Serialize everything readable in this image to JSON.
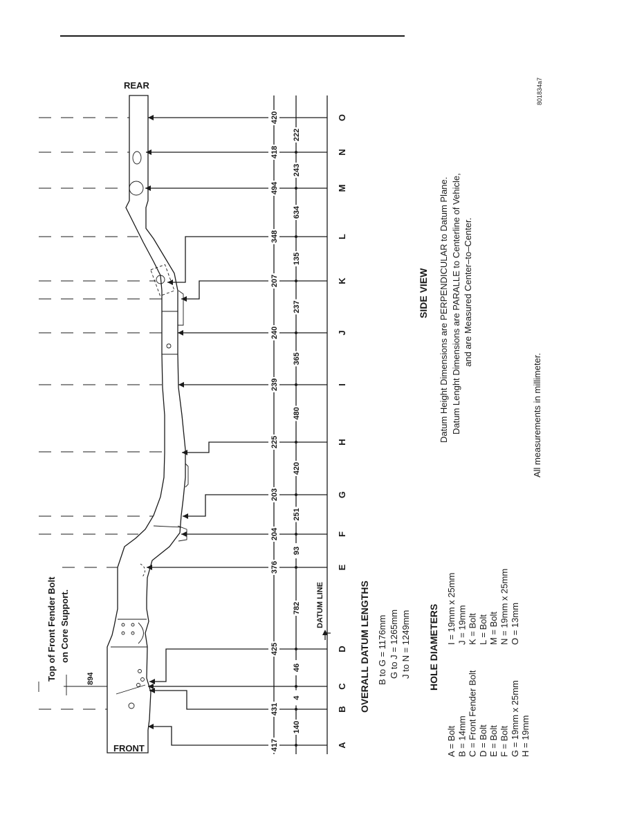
{
  "header_rule": "",
  "side_label": "801834a7",
  "frame_labels": {
    "rear": "REAR",
    "front": "FRONT"
  },
  "points": [
    "A",
    "B",
    "C",
    "D",
    "E",
    "F",
    "G",
    "H",
    "I",
    "J",
    "K",
    "L",
    "M",
    "N",
    "O"
  ],
  "heights": [
    "417",
    "431",
    "",
    "425",
    "376",
    "204",
    "203",
    "225",
    "239",
    "240",
    "207",
    "348",
    "494",
    "418",
    "420"
  ],
  "spacings": [
    "140",
    "4",
    "46",
    "782",
    "93",
    "251",
    "420",
    "480",
    "365",
    "237",
    "135",
    "634",
    "243",
    "222"
  ],
  "datum_line_label": "DATUM LINE",
  "fender_bolt": {
    "line1": "Top of Front Fender Bolt",
    "line2": "on Core Support.",
    "value": "894"
  },
  "overall": {
    "title": "OVERALL DATUM LENGTHS",
    "items": [
      "B to G = 1176mm",
      "G to J = 1265mm",
      "J to N = 1249mm"
    ]
  },
  "holes": {
    "title": "HOLE DIAMETERS",
    "col1": [
      "A = Bolt",
      "B = 14mm",
      "C = Front Fender Bolt",
      "D = Bolt",
      "E = Bolt",
      "F = Bolt",
      "G = 19mm x 25mm",
      "H = 19mm"
    ],
    "col2": [
      "I = 19mm x 25mm",
      "J = 19mm",
      "K = Bolt",
      "L = Bolt",
      "M = Bolt",
      "N = 19mm x 25mm",
      "O = 13mm"
    ]
  },
  "side_view": {
    "title": "SIDE VIEW",
    "lines": [
      "Datum Height Dimensions are PERPENDICULAR to Datum Plane.",
      "Datum Lenght Dimensions are PARALLE to Centerline of Vehicle,",
      "and are Measured Center–to–Center."
    ]
  },
  "footnote": "All measurements in millimeter."
}
